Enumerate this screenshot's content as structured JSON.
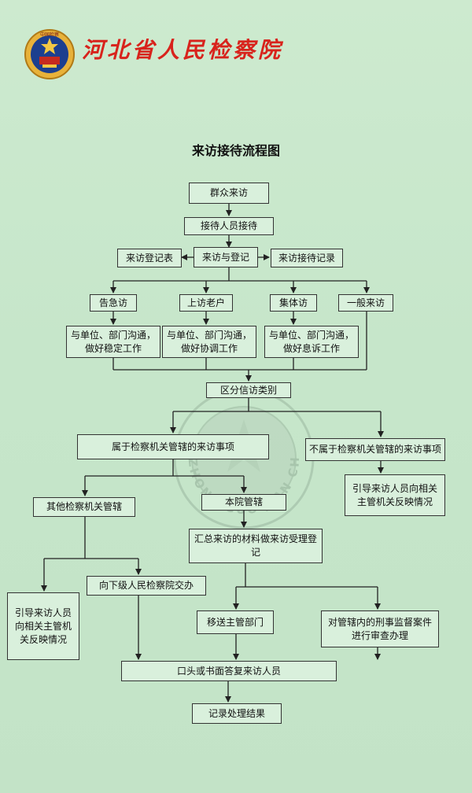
{
  "header": {
    "org_name": "河北省人民检察院",
    "emblem_text": "中国检察"
  },
  "diagram": {
    "title": "来访接待流程图",
    "watermark_text": "ZHONG GUO JIAN CHA",
    "nodes": {
      "visit": "群众来访",
      "reception": "接待人员接待",
      "visit_register_form": "来访登记表",
      "visit_and_register": "来访与登记",
      "reception_record": "来访接待记录",
      "urgent_visit": "告急访",
      "repeat_petitioner": "上访老户",
      "group_visit": "集体访",
      "general_visit": "一般来访",
      "stabilize_work": "与单位、部门沟通，做好稳定工作",
      "coordinate_work": "与单位、部门沟通，做好协调工作",
      "calm_work": "与单位、部门沟通，做好息诉工作",
      "classify_letters": "区分信访类别",
      "in_jurisdiction": "属于检察机关管辖的来访事项",
      "not_in_jurisdiction": "不属于检察机关管辖的来访事项",
      "guide_other_authority": "引导来访人员向相关主管机关反映情况",
      "other_procuratorate": "其他检察机关管辖",
      "this_court": "本院管辖",
      "summarize_materials": "汇总来访的材料做来访受理登记",
      "guide_visitor_left": "引导来访人员向相关主管机关反映情况",
      "transfer_lower": "向下级人民检察院交办",
      "transfer_department": "移送主管部门",
      "criminal_review": "对管辖内的刑事监督案件进行审查办理",
      "reply_visitor": "口头或书面答复来访人员",
      "record_result": "记录处理结果"
    }
  }
}
